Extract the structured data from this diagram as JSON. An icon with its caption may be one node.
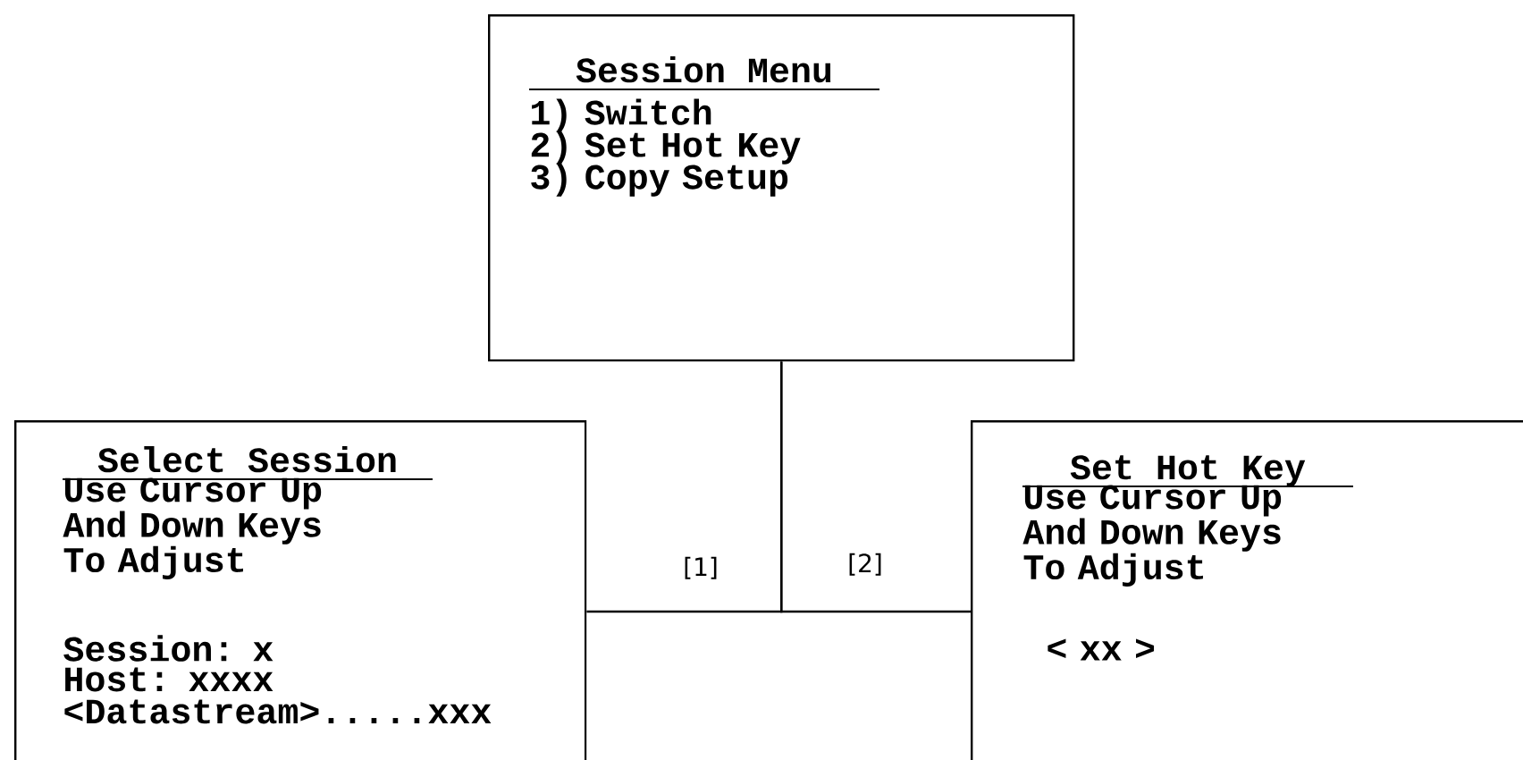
{
  "diagram": {
    "nodes": [
      {
        "text": [
          "Session Menu",
          "1) Switch",
          "2) Set Hot Key",
          "3) Copy Setup"
        ]
      },
      {
        "text": [
          "Select Session",
          "Use Cursor Up And Down Keys To Adjust",
          "Session: x",
          "Host: xxxx",
          "<Datastream>.....xxx"
        ]
      },
      {
        "text": [
          "Set Hot Key",
          "Use Cursor Up And Down Keys To Adjust",
          "< xx >"
        ]
      }
    ],
    "edges": [
      {
        "from": 0,
        "to": 1,
        "arrow": "none",
        "label": "[1]"
      },
      {
        "from": 0,
        "to": 2,
        "arrow": "none",
        "label": "[2]"
      }
    ]
  }
}
